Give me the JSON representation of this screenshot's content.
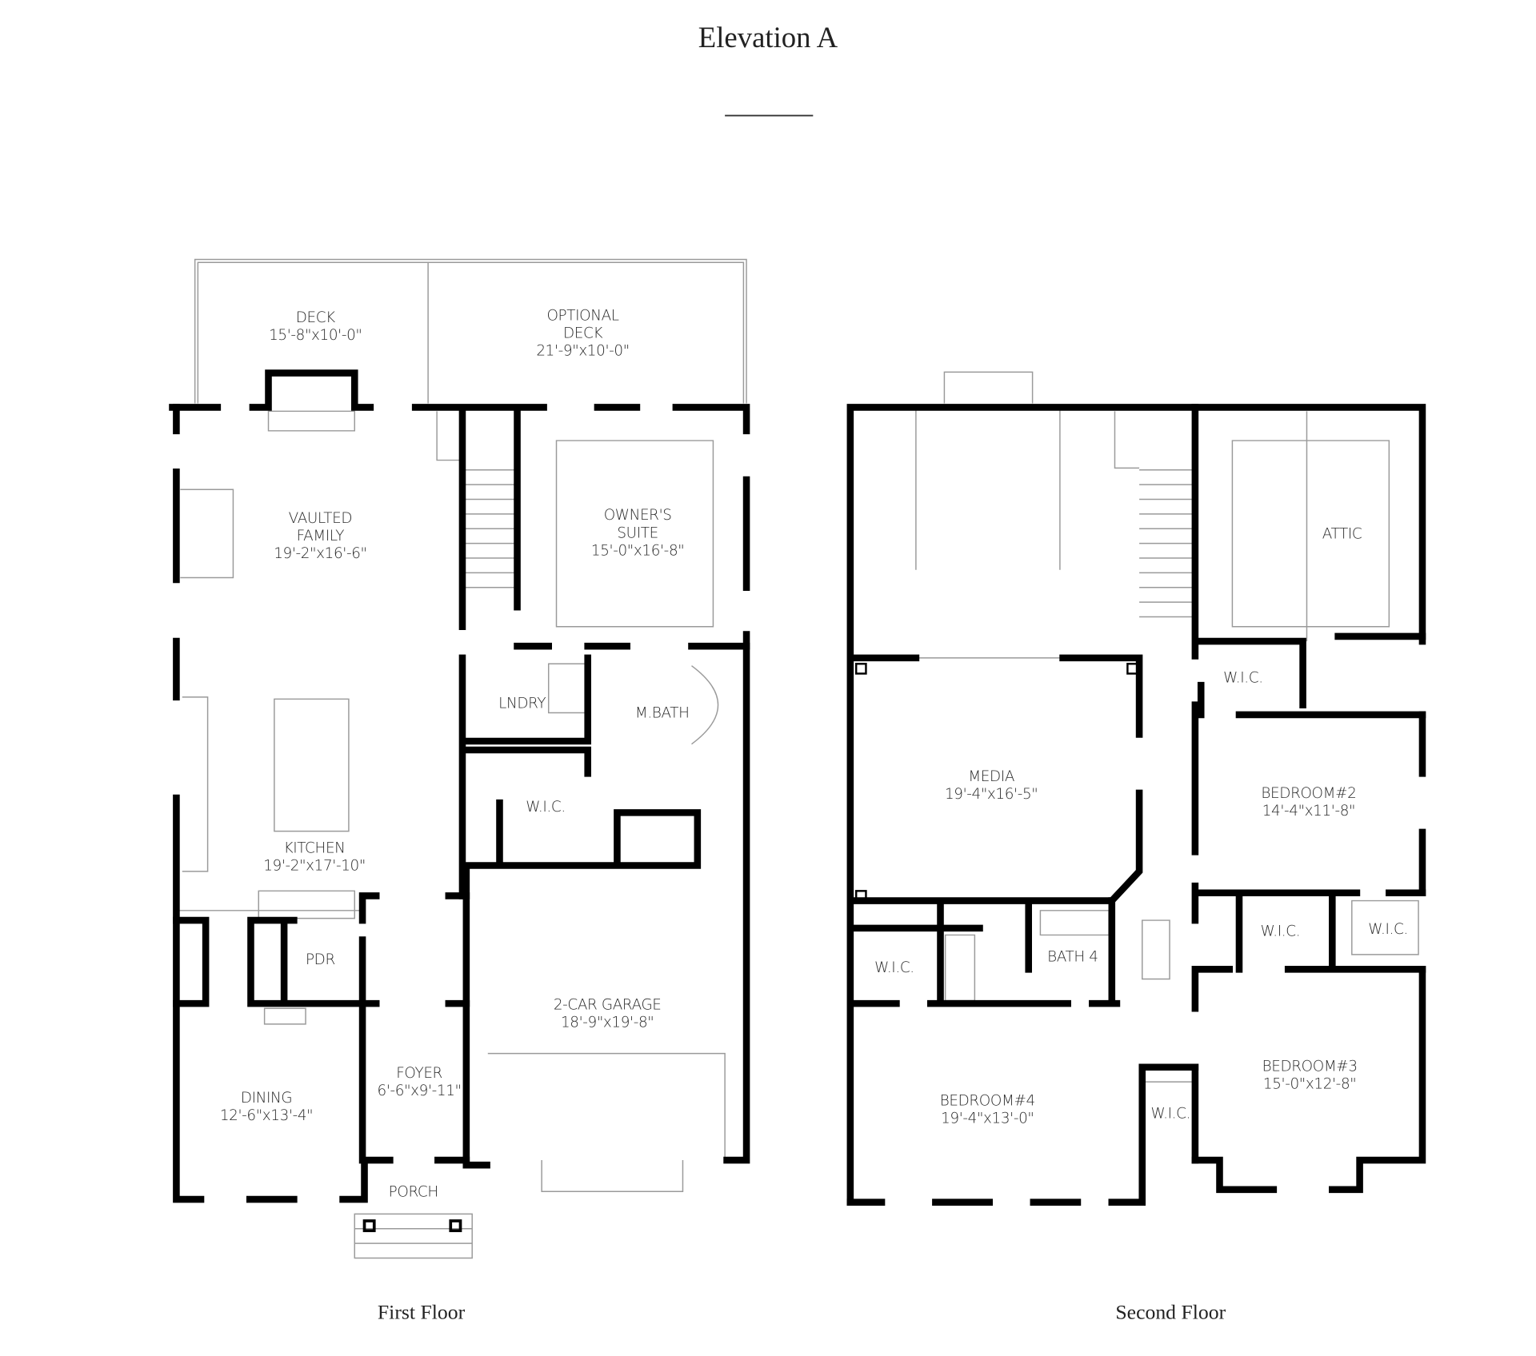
{
  "title": "Elevation A",
  "floors": [
    {
      "label": "First Floor",
      "rooms": [
        {
          "name": [
            "DECK"
          ],
          "dims": "15'-8\"x10'-0\""
        },
        {
          "name": [
            "OPTIONAL",
            "DECK"
          ],
          "dims": "21'-9\"x10'-0\""
        },
        {
          "name": [
            "VAULTED",
            "FAMILY"
          ],
          "dims": "19'-2\"x16'-6\""
        },
        {
          "name": [
            "OWNER'S",
            "SUITE"
          ],
          "dims": "15'-0\"x16'-8\""
        },
        {
          "name": [
            "LNDRY"
          ]
        },
        {
          "name": [
            "M.BATH"
          ]
        },
        {
          "name": [
            "W.I.C."
          ]
        },
        {
          "name": [
            "KITCHEN"
          ],
          "dims": "19'-2\"x17'-10\""
        },
        {
          "name": [
            "PDR"
          ]
        },
        {
          "name": [
            "2-CAR GARAGE"
          ],
          "dims": "18'-9\"x19'-8\""
        },
        {
          "name": [
            "FOYER"
          ],
          "dims": "6'-6\"x9'-11\""
        },
        {
          "name": [
            "DINING"
          ],
          "dims": "12'-6\"x13'-4\""
        },
        {
          "name": [
            "PORCH"
          ]
        }
      ]
    },
    {
      "label": "Second Floor",
      "rooms": [
        {
          "name": [
            "ATTIC"
          ]
        },
        {
          "name": [
            "W.I.C."
          ]
        },
        {
          "name": [
            "MEDIA"
          ],
          "dims": "19'-4\"x16'-5\""
        },
        {
          "name": [
            "BEDROOM#2"
          ],
          "dims": "14'-4\"x11'-8\""
        },
        {
          "name": [
            "W.I.C."
          ]
        },
        {
          "name": [
            "W.I.C."
          ]
        },
        {
          "name": [
            "W.I.C."
          ]
        },
        {
          "name": [
            "BATH 4"
          ]
        },
        {
          "name": [
            "BEDROOM#3"
          ],
          "dims": "15'-0\"x12'-8\""
        },
        {
          "name": [
            "BEDROOM#4"
          ],
          "dims": "19'-4\"x13'-0\""
        },
        {
          "name": [
            "W.I.C."
          ]
        }
      ]
    }
  ]
}
